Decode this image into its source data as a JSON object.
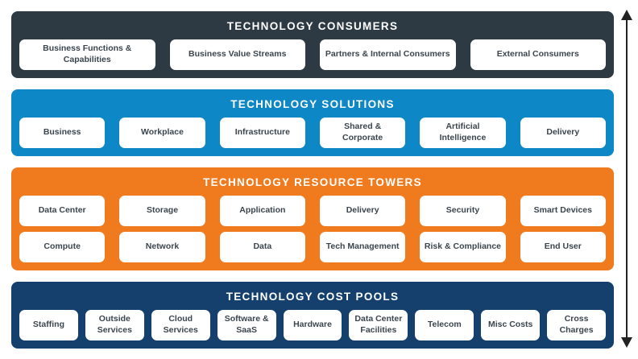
{
  "page": {
    "background": "#ffffff",
    "text_color": "#3b454d"
  },
  "bands": [
    {
      "id": "technology-consumers",
      "title": "TECHNOLOGY CONSUMERS",
      "color": "#2e3a43",
      "rows": [
        [
          "Business Functions & Capabilities",
          "Business Value Streams",
          "Partners & Internal Consumers",
          "External Consumers"
        ]
      ]
    },
    {
      "id": "technology-solutions",
      "title": "TECHNOLOGY SOLUTIONS",
      "color": "#0d87c5",
      "rows": [
        [
          "Business",
          "Workplace",
          "Infrastructure",
          "Shared & Corporate",
          "Artificial Intelligence",
          "Delivery"
        ]
      ]
    },
    {
      "id": "technology-resource-towers",
      "title": "TECHNOLOGY RESOURCE TOWERS",
      "color": "#f07a1e",
      "rows": [
        [
          "Data Center",
          "Storage",
          "Application",
          "Delivery",
          "Security",
          "Smart Devices"
        ],
        [
          "Compute",
          "Network",
          "Data",
          "Tech Management",
          "Risk & Compliance",
          "End User"
        ]
      ]
    },
    {
      "id": "technology-cost-pools",
      "title": "TECHNOLOGY COST POOLS",
      "color": "#15406e",
      "rows": [
        [
          "Staffing",
          "Outside Services",
          "Cloud Services",
          "Software & SaaS",
          "Hardware",
          "Data Center Facilities",
          "Telecom",
          "Misc Costs",
          "Cross Charges"
        ]
      ]
    }
  ],
  "arrow": {
    "name": "bidirectional-vertical-arrow",
    "color": "#222222"
  }
}
